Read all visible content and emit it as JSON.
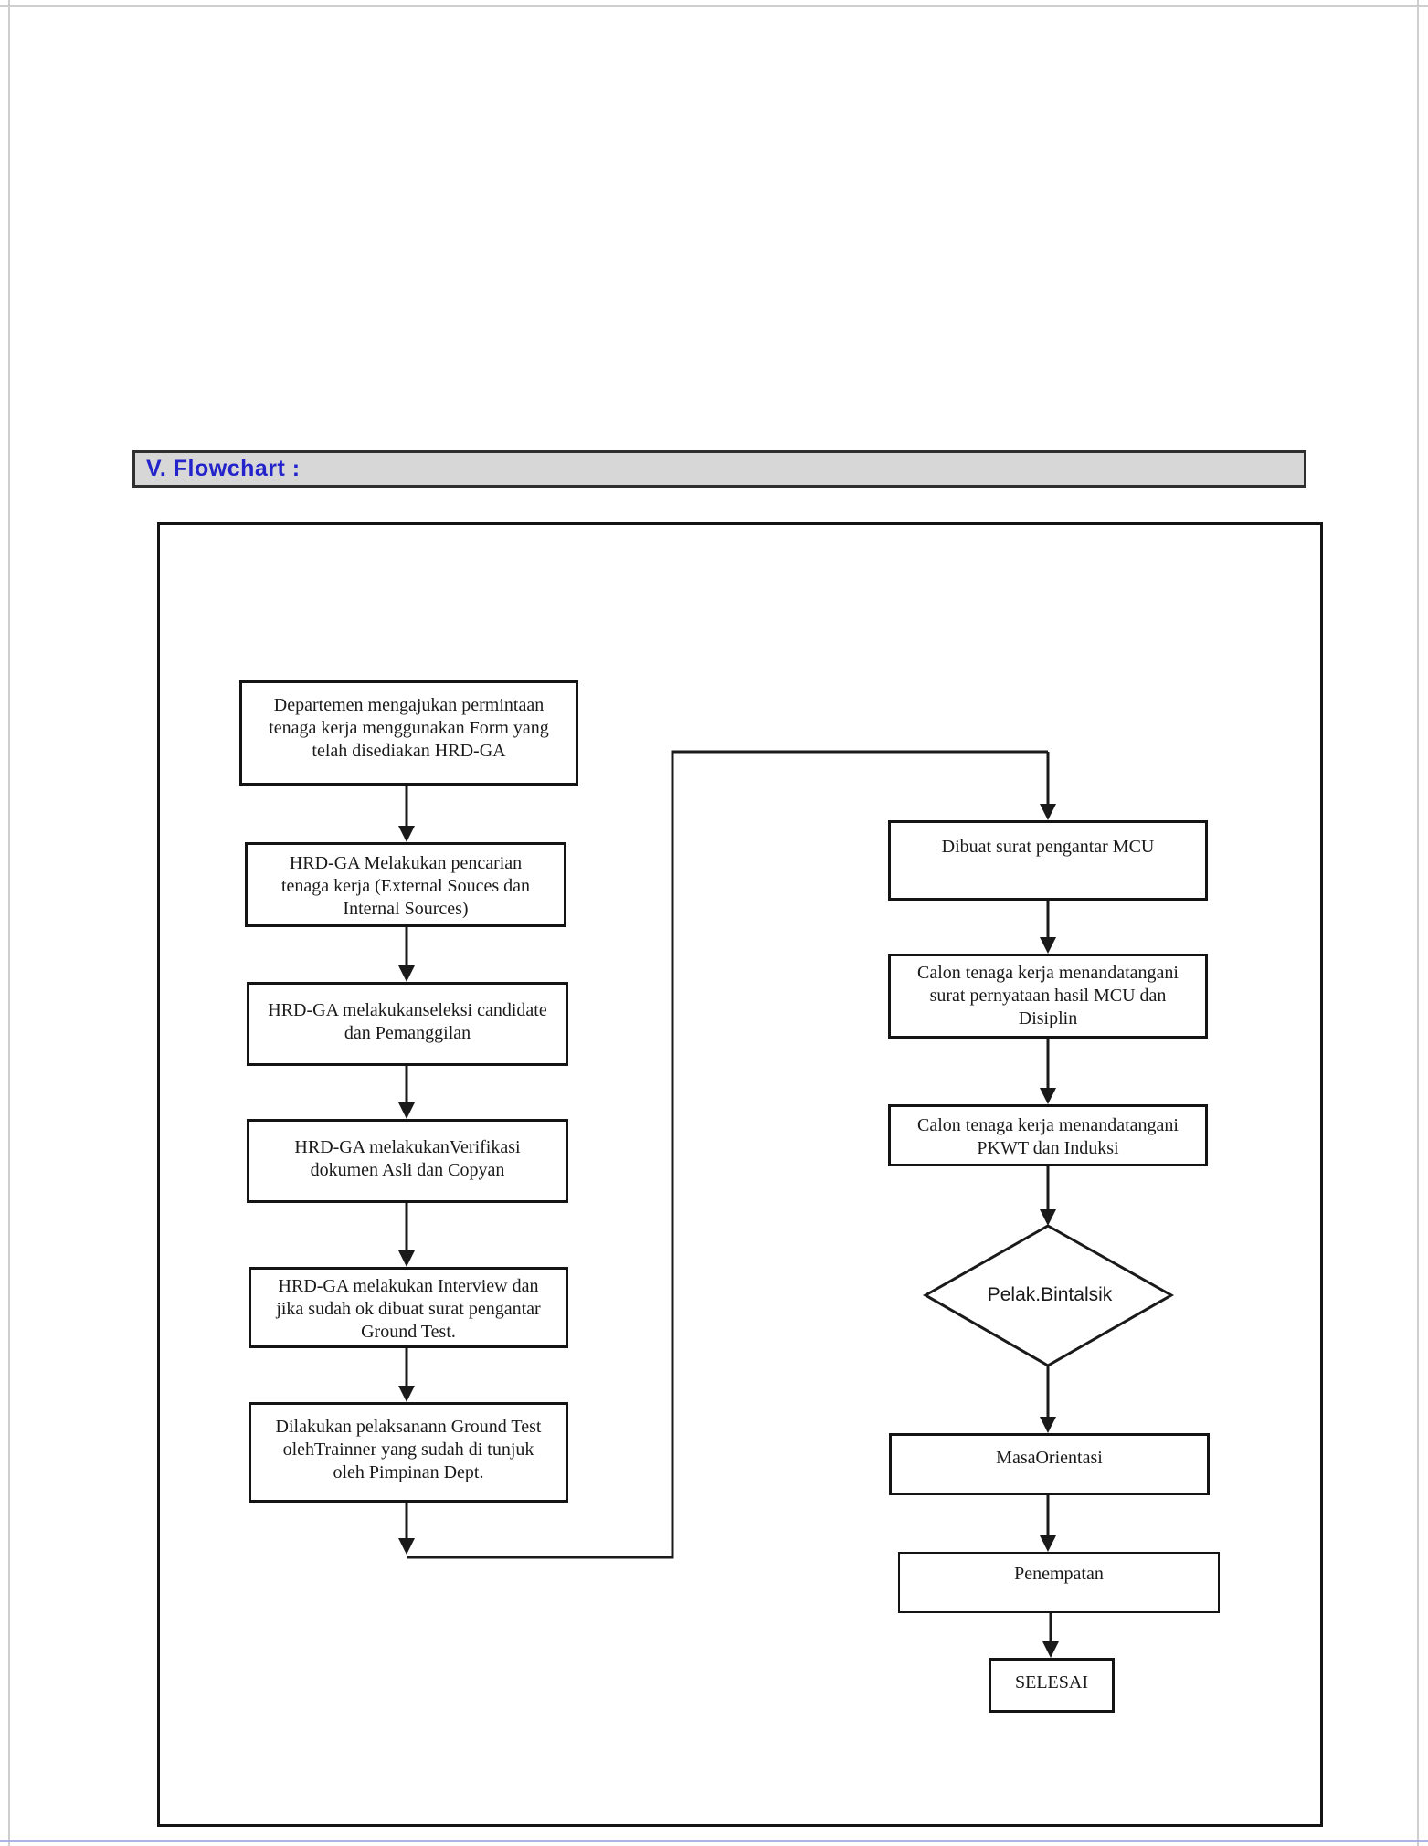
{
  "section": {
    "title": "V. Flowchart :"
  },
  "flow": {
    "left_steps": [
      "Departemen mengajukan permintaan\ntenaga kerja menggunakan Form yang\ntelah disediakan HRD-GA",
      "HRD-GA Melakukan pencarian\ntenaga kerja (External Souces dan\nInternal Sources)",
      "HRD-GA melakukanseleksi candidate\ndan Pemanggilan",
      "HRD-GA melakukanVerifikasi\ndokumen Asli dan Copyan",
      "HRD-GA melakukan Interview dan\njika sudah ok dibuat surat pengantar\nGround Test.",
      "Dilakukan pelaksanann Ground Test\nolehTrainner yang sudah di tunjuk\noleh Pimpinan Dept."
    ],
    "right_steps": [
      "Dibuat surat pengantar MCU",
      "Calon tenaga kerja menandatangani\nsurat pernyataan hasil MCU dan\nDisiplin",
      "Calon tenaga kerja menandatangani\nPKWT dan Induksi"
    ],
    "decision": "Pelak.Bintalsik",
    "post_steps": [
      "MasaOrientasi",
      "Penempatan"
    ],
    "terminator": "SELESAI"
  },
  "colors": {
    "title_text": "#2323cc",
    "title_bar_bg": "#d7d7d7",
    "title_bar_border": "#2f2f2f",
    "line": "#1a1a1a",
    "bottom_rule": "#a9b5e2",
    "page_edge": "#cfcfcf"
  }
}
